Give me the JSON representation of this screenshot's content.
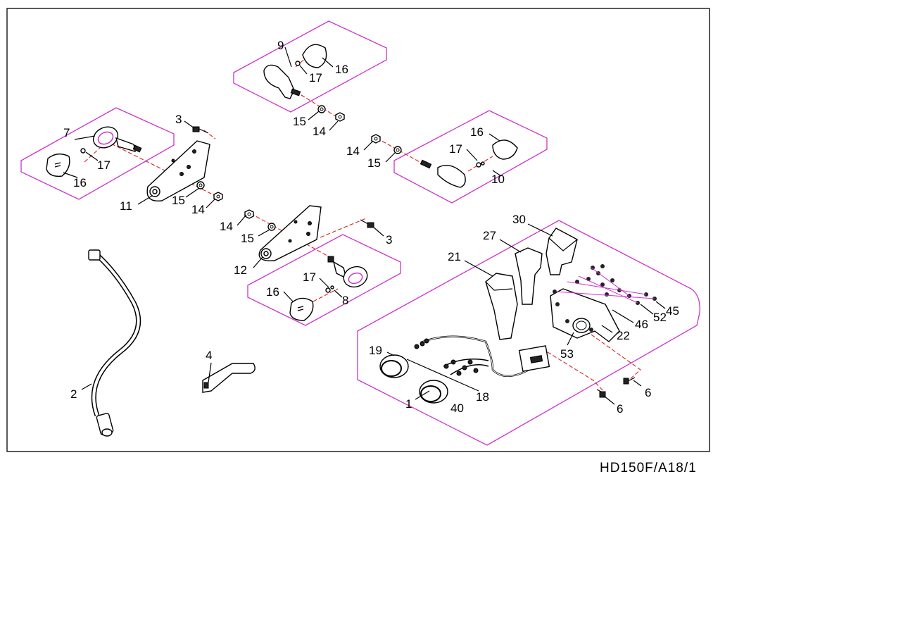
{
  "drawing_code": "HD150F/A18/1",
  "colors": {
    "group_outline": "#cc33cc",
    "center_line": "#dd2222",
    "line": "#000000",
    "frame": "#000000"
  },
  "callouts": {
    "c1": "1",
    "c2": "2",
    "c3a": "3",
    "c3b": "3",
    "c4": "4",
    "c6a": "6",
    "c6b": "6",
    "c7": "7",
    "c8": "8",
    "c9": "9",
    "c10": "10",
    "c11": "11",
    "c12": "12",
    "c14a": "14",
    "c14b": "14",
    "c14c": "14",
    "c14d": "14",
    "c15a": "15",
    "c15b": "15",
    "c15c": "15",
    "c15d": "15",
    "c16a": "16",
    "c16b": "16",
    "c16c": "16",
    "c16d": "16",
    "c17a": "17",
    "c17b": "17",
    "c17c": "17",
    "c17d": "17",
    "c18": "18",
    "c19": "19",
    "c21": "21",
    "c22": "22",
    "c27": "27",
    "c30": "30",
    "c40": "40",
    "c45": "45",
    "c46": "46",
    "c52": "52",
    "c53": "53"
  }
}
